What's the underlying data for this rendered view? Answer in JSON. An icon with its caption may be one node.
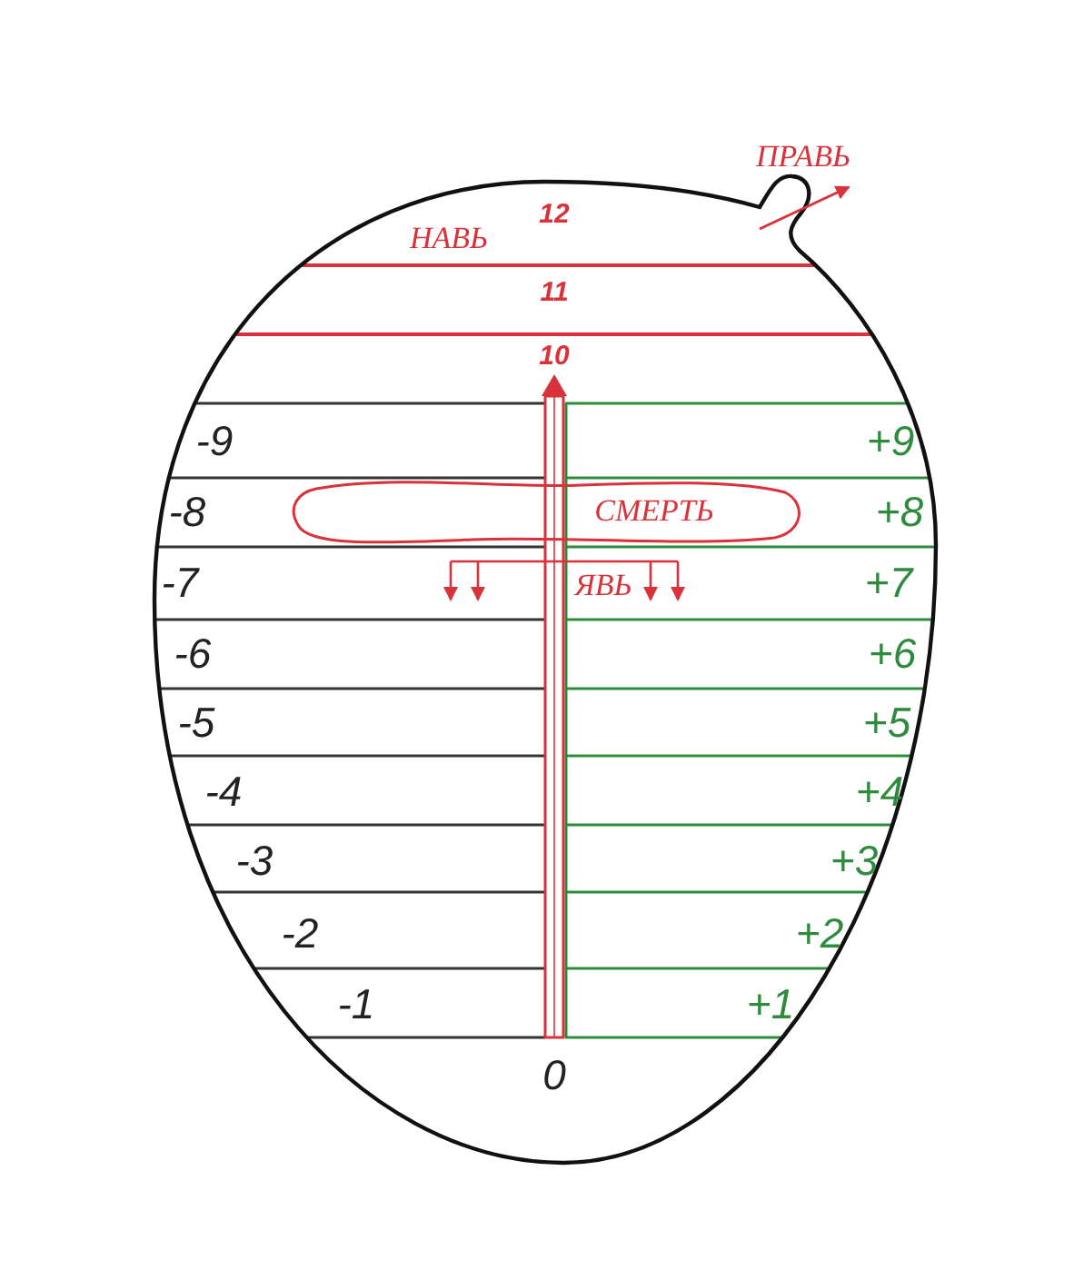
{
  "diagram": {
    "nodes": [
      {
        "text": [
          "СМЕРТЬ"
        ]
      }
    ],
    "labels": [
      "ПРАВЬ",
      "НАВЬ",
      "12",
      "11",
      "10",
      "-9",
      "+9",
      "-8",
      "+8",
      "-7",
      "ЯВЬ",
      "+7",
      "-6",
      "+6",
      "-5",
      "+5",
      "-4",
      "+4",
      "-3",
      "+3",
      "-2",
      "+2",
      "-1",
      "+1",
      "0"
    ]
  }
}
